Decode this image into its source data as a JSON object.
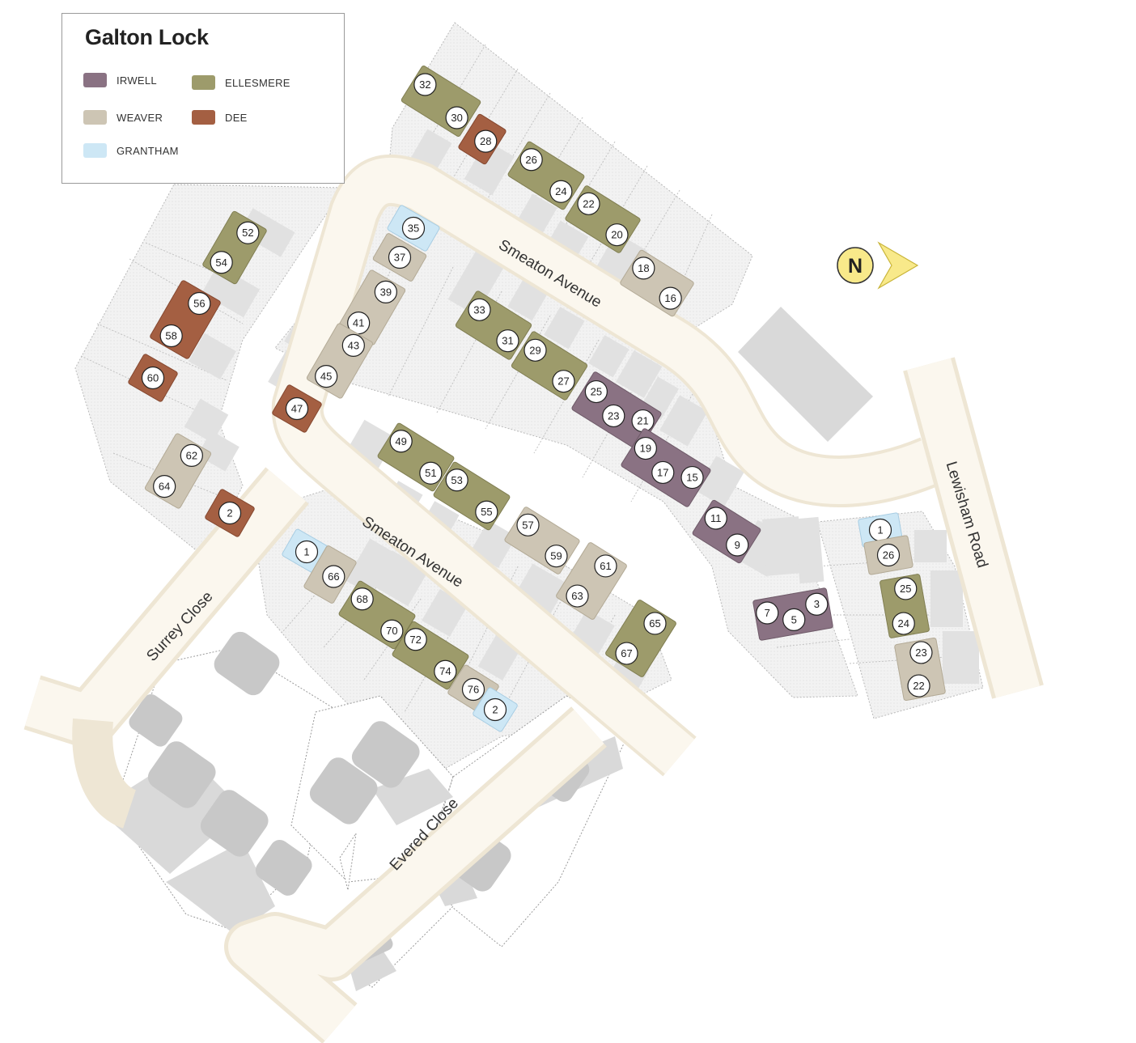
{
  "legend": {
    "title": "Galton Lock",
    "items": [
      {
        "key": "irwell",
        "label": "IRWELL",
        "color": "#8a7283"
      },
      {
        "key": "ellesmere",
        "label": "ELLESMERE",
        "color": "#9d9b6b"
      },
      {
        "key": "weaver",
        "label": "WEAVER",
        "color": "#cdc5b4"
      },
      {
        "key": "dee",
        "label": "DEE",
        "color": "#a45f42"
      },
      {
        "key": "grantham",
        "label": "GRANTHAM",
        "color": "#cde7f5"
      }
    ]
  },
  "compass": {
    "label": "N",
    "color": "#f8e98a"
  },
  "roads": [
    {
      "name": "Smeaton Avenue"
    },
    {
      "name": "Smeaton Avenue"
    },
    {
      "name": "Lewisham Road"
    },
    {
      "name": "Surrey Close"
    },
    {
      "name": "Evered Close"
    }
  ],
  "plots": [
    {
      "type": "ellesmere",
      "numbers": [
        "32",
        "30"
      ]
    },
    {
      "type": "dee",
      "numbers": [
        "28"
      ]
    },
    {
      "type": "ellesmere",
      "numbers": [
        "26",
        "24"
      ]
    },
    {
      "type": "ellesmere",
      "numbers": [
        "22",
        "20"
      ]
    },
    {
      "type": "weaver",
      "numbers": [
        "18",
        "16"
      ]
    },
    {
      "type": "ellesmere",
      "numbers": [
        "52",
        "54"
      ]
    },
    {
      "type": "dee",
      "numbers": [
        "56",
        "58"
      ]
    },
    {
      "type": "dee",
      "numbers": [
        "60"
      ]
    },
    {
      "type": "grantham",
      "numbers": [
        "35"
      ]
    },
    {
      "type": "weaver",
      "numbers": [
        "37"
      ]
    },
    {
      "type": "weaver",
      "numbers": [
        "39",
        "41"
      ]
    },
    {
      "type": "weaver",
      "numbers": [
        "43",
        "45"
      ]
    },
    {
      "type": "dee",
      "numbers": [
        "47"
      ]
    },
    {
      "type": "ellesmere",
      "numbers": [
        "33",
        "31"
      ]
    },
    {
      "type": "ellesmere",
      "numbers": [
        "29",
        "27"
      ]
    },
    {
      "type": "irwell",
      "numbers": [
        "25",
        "23",
        "21"
      ]
    },
    {
      "type": "irwell",
      "numbers": [
        "19",
        "17",
        "15"
      ]
    },
    {
      "type": "irwell",
      "numbers": [
        "11",
        "9"
      ]
    },
    {
      "type": "irwell",
      "numbers": [
        "7",
        "5",
        "3"
      ]
    },
    {
      "type": "weaver",
      "numbers": [
        "62",
        "64"
      ]
    },
    {
      "type": "dee",
      "numbers": [
        "2"
      ]
    },
    {
      "type": "ellesmere",
      "numbers": [
        "49",
        "51"
      ]
    },
    {
      "type": "ellesmere",
      "numbers": [
        "53",
        "55"
      ]
    },
    {
      "type": "weaver",
      "numbers": [
        "57",
        "59"
      ]
    },
    {
      "type": "weaver",
      "numbers": [
        "61",
        "63"
      ]
    },
    {
      "type": "ellesmere",
      "numbers": [
        "65",
        "67"
      ]
    },
    {
      "type": "grantham",
      "numbers": [
        "1"
      ]
    },
    {
      "type": "weaver",
      "numbers": [
        "66"
      ]
    },
    {
      "type": "ellesmere",
      "numbers": [
        "68",
        "70"
      ]
    },
    {
      "type": "ellesmere",
      "numbers": [
        "72",
        "74"
      ]
    },
    {
      "type": "weaver",
      "numbers": [
        "76"
      ]
    },
    {
      "type": "grantham",
      "numbers": [
        "2"
      ]
    },
    {
      "type": "grantham",
      "numbers": [
        "1"
      ]
    },
    {
      "type": "weaver",
      "numbers": [
        "26"
      ]
    },
    {
      "type": "ellesmere",
      "numbers": [
        "25",
        "24"
      ]
    },
    {
      "type": "weaver",
      "numbers": [
        "23",
        "22"
      ]
    }
  ]
}
